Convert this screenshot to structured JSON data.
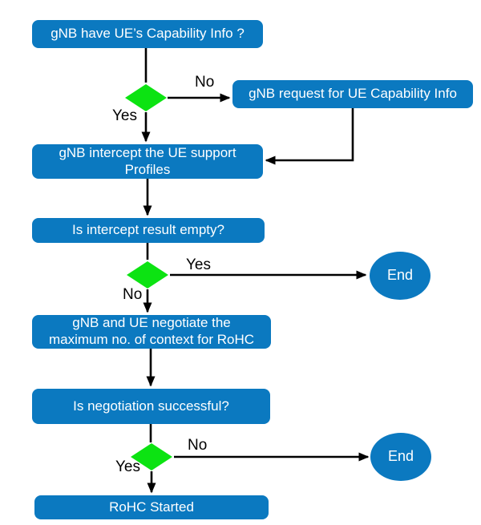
{
  "diagram": {
    "type": "flowchart",
    "colors": {
      "node_fill": "#0b79c0",
      "decision_fill": "#0ce312",
      "node_text": "#ffffff",
      "arrow": "#000000",
      "label_text": "#000000",
      "background": "#ffffff"
    },
    "nodes": {
      "q_capability": {
        "label": "gNB have UE’s Capability Info ?"
      },
      "request_capability": {
        "label": "gNB request for UE Capability Info"
      },
      "intercept_profiles": {
        "label": "gNB intercept the UE support\nProfiles"
      },
      "q_intercept_empty": {
        "label": "Is intercept result empty?"
      },
      "negotiate_context": {
        "label": "gNB and UE negotiate the\nmaximum no. of context for RoHC"
      },
      "q_negotiation_success": {
        "label": "Is negotiation successful?"
      },
      "rohc_started": {
        "label": "RoHC Started"
      },
      "end_top": {
        "label": "End"
      },
      "end_bottom": {
        "label": "End"
      }
    },
    "edge_labels": {
      "capability_no": "No",
      "capability_yes": "Yes",
      "intercept_yes": "Yes",
      "intercept_no": "No",
      "negotiation_no": "No",
      "negotiation_yes": "Yes"
    },
    "edges": [
      {
        "from": "q_capability",
        "to": "decision_capability",
        "label": ""
      },
      {
        "from": "decision_capability",
        "to": "request_capability",
        "label": "No"
      },
      {
        "from": "decision_capability",
        "to": "intercept_profiles",
        "label": "Yes"
      },
      {
        "from": "request_capability",
        "to": "intercept_profiles",
        "label": ""
      },
      {
        "from": "intercept_profiles",
        "to": "q_intercept_empty",
        "label": ""
      },
      {
        "from": "q_intercept_empty",
        "to": "decision_intercept",
        "label": ""
      },
      {
        "from": "decision_intercept",
        "to": "end_top",
        "label": "Yes"
      },
      {
        "from": "decision_intercept",
        "to": "negotiate_context",
        "label": "No"
      },
      {
        "from": "negotiate_context",
        "to": "q_negotiation_success",
        "label": ""
      },
      {
        "from": "q_negotiation_success",
        "to": "decision_negotiation",
        "label": ""
      },
      {
        "from": "decision_negotiation",
        "to": "end_bottom",
        "label": "No"
      },
      {
        "from": "decision_negotiation",
        "to": "rohc_started",
        "label": "Yes"
      }
    ]
  }
}
